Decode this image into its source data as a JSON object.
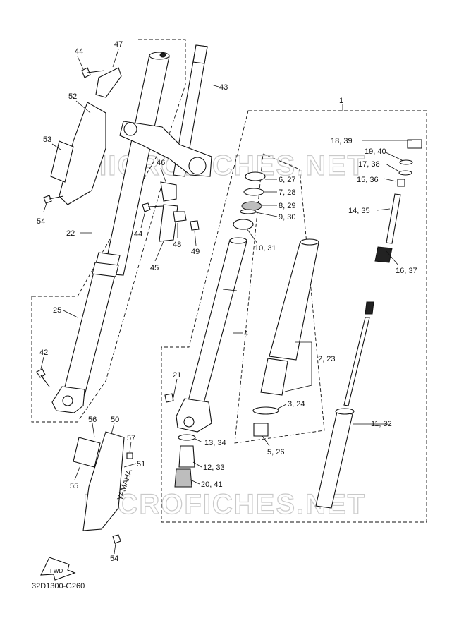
{
  "diagram": {
    "code": "32D1300-G260",
    "watermark": "MICROFICHES.NET",
    "fwd_label": "FWD",
    "brand_text": "YAMAHA",
    "labels": {
      "l44a": "44",
      "l47": "47",
      "l43": "43",
      "l52": "52",
      "l1": "1",
      "l53": "53",
      "l18_39": "18, 39",
      "l19_40": "19, 40",
      "l17_38": "17, 38",
      "l46": "46",
      "l6_27": "6, 27",
      "l7_28": "7, 28",
      "l15_36": "15, 36",
      "l8_29": "8, 29",
      "l54a": "54",
      "l9_30": "9, 30",
      "l14_35": "14, 35",
      "l44b": "44",
      "l22": "22",
      "l48": "48",
      "l49": "49",
      "l10_31": "10, 31",
      "l16_37": "16, 37",
      "l45": "45",
      "l25": "25",
      "l4": "4",
      "l42": "42",
      "l2_23": "2, 23",
      "l21": "21",
      "l3_24": "3, 24",
      "l11_32": "11, 32",
      "l56": "56",
      "l50": "50",
      "l57": "57",
      "l5_26": "5, 26",
      "l13_34": "13, 34",
      "l51": "51",
      "l12_33": "12, 33",
      "l55": "55",
      "l20_41": "20, 41",
      "l54b": "54"
    }
  }
}
